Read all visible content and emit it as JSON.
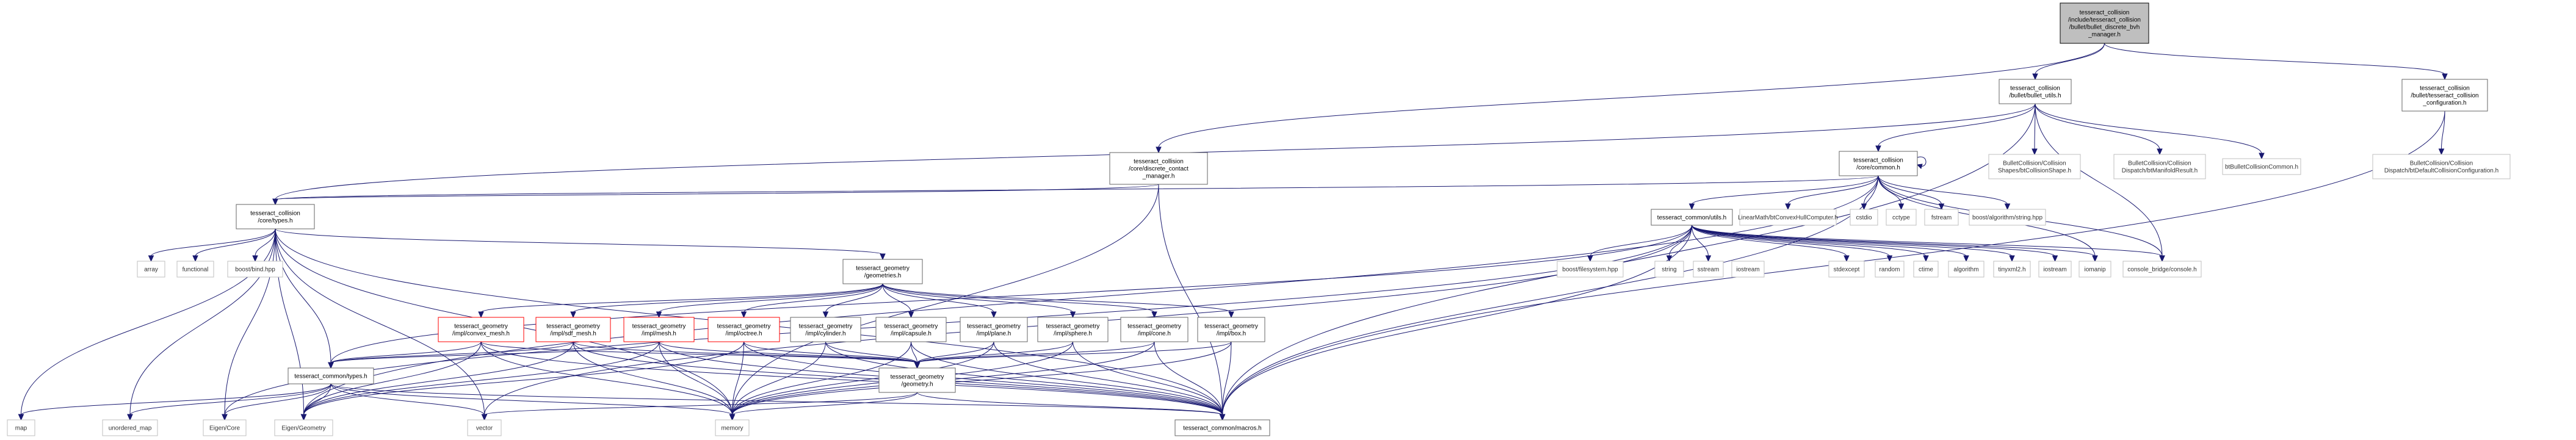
{
  "graph": {
    "nodes": [
      {
        "id": "root",
        "lines": [
          "tesseract_collision",
          "/include/tesseract_collision",
          "/bullet/bullet_discrete_bvh",
          "_manager.h"
        ],
        "style": "root"
      },
      {
        "id": "bullet_utils",
        "lines": [
          "tesseract_collision",
          "/bullet/bullet_utils.h"
        ],
        "style": "normal"
      },
      {
        "id": "bullet_config",
        "lines": [
          "tesseract_collision",
          "/bullet/tesseract_collision",
          "_configuration.h"
        ],
        "style": "normal"
      },
      {
        "id": "discrete_contact",
        "lines": [
          "tesseract_collision",
          "/core/discrete_contact",
          "_manager.h"
        ],
        "style": "normal"
      },
      {
        "id": "core_common",
        "lines": [
          "tesseract_collision",
          "/core/common.h"
        ],
        "style": "normal"
      },
      {
        "id": "bt_collision_shape",
        "lines": [
          "BulletCollision/Collision",
          "Shapes/btCollisionShape.h"
        ],
        "style": "gray"
      },
      {
        "id": "bt_manifold",
        "lines": [
          "BulletCollision/Collision",
          "Dispatch/btManifoldResult.h"
        ],
        "style": "gray"
      },
      {
        "id": "bt_common",
        "lines": [
          "btBulletCollisionCommon.h"
        ],
        "style": "gray"
      },
      {
        "id": "bt_default_cfg",
        "lines": [
          "BulletCollision/Collision",
          "Dispatch/btDefaultCollisionConfiguration.h"
        ],
        "style": "gray"
      },
      {
        "id": "core_types",
        "lines": [
          "tesseract_collision",
          "/core/types.h"
        ],
        "style": "normal"
      },
      {
        "id": "convex_hull",
        "lines": [
          "LinearMath/btConvexHullComputer.h"
        ],
        "style": "gray"
      },
      {
        "id": "cstdio",
        "lines": [
          "cstdio"
        ],
        "style": "gray"
      },
      {
        "id": "cctype",
        "lines": [
          "cctype"
        ],
        "style": "gray"
      },
      {
        "id": "fstream",
        "lines": [
          "fstream"
        ],
        "style": "gray"
      },
      {
        "id": "boost_string",
        "lines": [
          "boost/algorithm/string.hpp"
        ],
        "style": "gray"
      },
      {
        "id": "common_utils",
        "lines": [
          "tesseract_common/utils.h"
        ],
        "style": "normal"
      },
      {
        "id": "array",
        "lines": [
          "array"
        ],
        "style": "gray"
      },
      {
        "id": "functional",
        "lines": [
          "functional"
        ],
        "style": "gray"
      },
      {
        "id": "boost_bind",
        "lines": [
          "boost/bind.hpp"
        ],
        "style": "gray"
      },
      {
        "id": "geometries",
        "lines": [
          "tesseract_geometry",
          "/geometries.h"
        ],
        "style": "normal"
      },
      {
        "id": "boost_fs",
        "lines": [
          "boost/filesystem.hpp"
        ],
        "style": "gray"
      },
      {
        "id": "string",
        "lines": [
          "string"
        ],
        "style": "gray"
      },
      {
        "id": "sstream",
        "lines": [
          "sstream"
        ],
        "style": "gray"
      },
      {
        "id": "iostream",
        "lines": [
          "iostream"
        ],
        "style": "gray"
      },
      {
        "id": "stdexcept",
        "lines": [
          "stdexcept"
        ],
        "style": "gray"
      },
      {
        "id": "random",
        "lines": [
          "random"
        ],
        "style": "gray"
      },
      {
        "id": "ctime",
        "lines": [
          "ctime"
        ],
        "style": "gray"
      },
      {
        "id": "algorithm",
        "lines": [
          "algorithm"
        ],
        "style": "gray"
      },
      {
        "id": "tinyxml2",
        "lines": [
          "tinyxml2.h"
        ],
        "style": "gray"
      },
      {
        "id": "iostream2",
        "lines": [
          "iostream"
        ],
        "style": "gray"
      },
      {
        "id": "iomanip",
        "lines": [
          "iomanip"
        ],
        "style": "gray"
      },
      {
        "id": "console",
        "lines": [
          "console_bridge/console.h"
        ],
        "style": "gray"
      },
      {
        "id": "convex_mesh",
        "lines": [
          "tesseract_geometry",
          "/impl/convex_mesh.h"
        ],
        "style": "red"
      },
      {
        "id": "sdf_mesh",
        "lines": [
          "tesseract_geometry",
          "/impl/sdf_mesh.h"
        ],
        "style": "red"
      },
      {
        "id": "mesh",
        "lines": [
          "tesseract_geometry",
          "/impl/mesh.h"
        ],
        "style": "red"
      },
      {
        "id": "octree",
        "lines": [
          "tesseract_geometry",
          "/impl/octree.h"
        ],
        "style": "red"
      },
      {
        "id": "cylinder",
        "lines": [
          "tesseract_geometry",
          "/impl/cylinder.h"
        ],
        "style": "normal"
      },
      {
        "id": "capsule",
        "lines": [
          "tesseract_geometry",
          "/impl/capsule.h"
        ],
        "style": "normal"
      },
      {
        "id": "plane",
        "lines": [
          "tesseract_geometry",
          "/impl/plane.h"
        ],
        "style": "normal"
      },
      {
        "id": "sphere",
        "lines": [
          "tesseract_geometry",
          "/impl/sphere.h"
        ],
        "style": "normal"
      },
      {
        "id": "cone",
        "lines": [
          "tesseract_geometry",
          "/impl/cone.h"
        ],
        "style": "normal"
      },
      {
        "id": "box",
        "lines": [
          "tesseract_geometry",
          "/impl/box.h"
        ],
        "style": "normal"
      },
      {
        "id": "common_types",
        "lines": [
          "tesseract_common/types.h"
        ],
        "style": "normal"
      },
      {
        "id": "geometry",
        "lines": [
          "tesseract_geometry",
          "/geometry.h"
        ],
        "style": "normal"
      },
      {
        "id": "map",
        "lines": [
          "map"
        ],
        "style": "gray"
      },
      {
        "id": "unordered_map",
        "lines": [
          "unordered_map"
        ],
        "style": "gray"
      },
      {
        "id": "eigen_core",
        "lines": [
          "Eigen/Core"
        ],
        "style": "gray"
      },
      {
        "id": "eigen_geom",
        "lines": [
          "Eigen/Geometry"
        ],
        "style": "gray"
      },
      {
        "id": "vector",
        "lines": [
          "vector"
        ],
        "style": "gray"
      },
      {
        "id": "memory",
        "lines": [
          "memory"
        ],
        "style": "gray"
      },
      {
        "id": "macros",
        "lines": [
          "tesseract_common/macros.h"
        ],
        "style": "normal"
      }
    ],
    "edges": [
      [
        "root",
        "bullet_utils"
      ],
      [
        "root",
        "bullet_config"
      ],
      [
        "root",
        "discrete_contact"
      ],
      [
        "bullet_config",
        "bt_default_cfg"
      ],
      [
        "bullet_config",
        "macros"
      ],
      [
        "bullet_utils",
        "core_common"
      ],
      [
        "bullet_utils",
        "bt_collision_shape"
      ],
      [
        "bullet_utils",
        "bt_manifold"
      ],
      [
        "bullet_utils",
        "bt_common"
      ],
      [
        "bullet_utils",
        "core_types"
      ],
      [
        "bullet_utils",
        "macros"
      ],
      [
        "bullet_utils",
        "console"
      ],
      [
        "discrete_contact",
        "core_types"
      ],
      [
        "discrete_contact",
        "macros"
      ],
      [
        "discrete_contact",
        "memory"
      ],
      [
        "core_common",
        "core_common"
      ],
      [
        "core_common",
        "core_types"
      ],
      [
        "core_common",
        "convex_hull"
      ],
      [
        "core_common",
        "cstdio"
      ],
      [
        "core_common",
        "cctype"
      ],
      [
        "core_common",
        "fstream"
      ],
      [
        "core_common",
        "boost_string"
      ],
      [
        "core_common",
        "common_utils"
      ],
      [
        "core_common",
        "console"
      ],
      [
        "core_common",
        "macros"
      ],
      [
        "core_common",
        "iomanip"
      ],
      [
        "core_common",
        "eigen_geom"
      ],
      [
        "common_utils",
        "boost_fs"
      ],
      [
        "common_utils",
        "string"
      ],
      [
        "common_utils",
        "sstream"
      ],
      [
        "common_utils",
        "stdexcept"
      ],
      [
        "common_utils",
        "random"
      ],
      [
        "common_utils",
        "ctime"
      ],
      [
        "common_utils",
        "algorithm"
      ],
      [
        "common_utils",
        "tinyxml2"
      ],
      [
        "common_utils",
        "iostream2"
      ],
      [
        "common_utils",
        "iomanip"
      ],
      [
        "common_utils",
        "console"
      ],
      [
        "common_utils",
        "common_types"
      ],
      [
        "common_utils",
        "macros"
      ],
      [
        "common_utils",
        "eigen_core"
      ],
      [
        "common_utils",
        "vector"
      ],
      [
        "core_types",
        "array"
      ],
      [
        "core_types",
        "functional"
      ],
      [
        "core_types",
        "boost_bind"
      ],
      [
        "core_types",
        "geometries"
      ],
      [
        "core_types",
        "common_types"
      ],
      [
        "core_types",
        "map"
      ],
      [
        "core_types",
        "unordered_map"
      ],
      [
        "core_types",
        "eigen_core"
      ],
      [
        "core_types",
        "eigen_geom"
      ],
      [
        "core_types",
        "vector"
      ],
      [
        "core_types",
        "memory"
      ],
      [
        "core_types",
        "macros"
      ],
      [
        "geometries",
        "convex_mesh"
      ],
      [
        "geometries",
        "sdf_mesh"
      ],
      [
        "geometries",
        "mesh"
      ],
      [
        "geometries",
        "octree"
      ],
      [
        "geometries",
        "cylinder"
      ],
      [
        "geometries",
        "capsule"
      ],
      [
        "geometries",
        "plane"
      ],
      [
        "geometries",
        "sphere"
      ],
      [
        "geometries",
        "cone"
      ],
      [
        "geometries",
        "box"
      ],
      [
        "convex_mesh",
        "geometry"
      ],
      [
        "convex_mesh",
        "common_types"
      ],
      [
        "convex_mesh",
        "eigen_geom"
      ],
      [
        "convex_mesh",
        "memory"
      ],
      [
        "convex_mesh",
        "macros"
      ],
      [
        "sdf_mesh",
        "geometry"
      ],
      [
        "sdf_mesh",
        "common_types"
      ],
      [
        "sdf_mesh",
        "eigen_geom"
      ],
      [
        "sdf_mesh",
        "memory"
      ],
      [
        "sdf_mesh",
        "macros"
      ],
      [
        "mesh",
        "geometry"
      ],
      [
        "mesh",
        "common_types"
      ],
      [
        "mesh",
        "eigen_geom"
      ],
      [
        "mesh",
        "memory"
      ],
      [
        "mesh",
        "macros"
      ],
      [
        "octree",
        "geometry"
      ],
      [
        "octree",
        "memory"
      ],
      [
        "octree",
        "macros"
      ],
      [
        "octree",
        "eigen_geom"
      ],
      [
        "cylinder",
        "geometry"
      ],
      [
        "cylinder",
        "memory"
      ],
      [
        "cylinder",
        "macros"
      ],
      [
        "capsule",
        "geometry"
      ],
      [
        "capsule",
        "memory"
      ],
      [
        "capsule",
        "macros"
      ],
      [
        "plane",
        "geometry"
      ],
      [
        "plane",
        "memory"
      ],
      [
        "plane",
        "macros"
      ],
      [
        "sphere",
        "geometry"
      ],
      [
        "sphere",
        "memory"
      ],
      [
        "sphere",
        "macros"
      ],
      [
        "cone",
        "geometry"
      ],
      [
        "cone",
        "memory"
      ],
      [
        "cone",
        "macros"
      ],
      [
        "box",
        "geometry"
      ],
      [
        "box",
        "memory"
      ],
      [
        "box",
        "macros"
      ],
      [
        "geometry",
        "memory"
      ],
      [
        "geometry",
        "macros"
      ],
      [
        "geometry",
        "vector"
      ],
      [
        "common_types",
        "map"
      ],
      [
        "common_types",
        "unordered_map"
      ],
      [
        "common_types",
        "eigen_core"
      ],
      [
        "common_types",
        "eigen_geom"
      ],
      [
        "common_types",
        "vector"
      ],
      [
        "common_types",
        "memory"
      ],
      [
        "common_types",
        "macros"
      ]
    ]
  }
}
